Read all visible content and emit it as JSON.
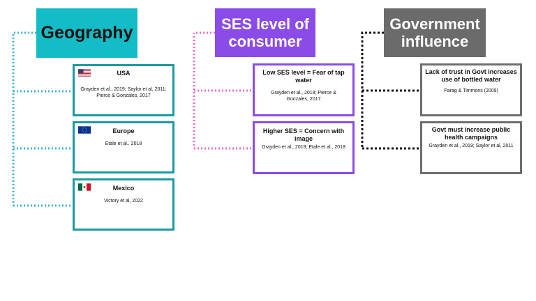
{
  "columns": {
    "geography": {
      "title": "Geography",
      "items": [
        {
          "title": "USA",
          "citation": "Grayden et al., 2019; Saylor et al, 2011; Pierce & Gonzales, 2017",
          "icon": "us-flag-icon"
        },
        {
          "title": "Europe",
          "citation": "Etale et al., 2018",
          "icon": "eu-flag-icon"
        },
        {
          "title": "Mexico",
          "citation": "Victory et al, 2022",
          "icon": "mexico-flag-icon"
        }
      ]
    },
    "ses": {
      "title": "SES level of consumer",
      "items": [
        {
          "title": "Low SES level = Fear of tap water",
          "citation": "Grayden et al., 2019; Pierce & Gonzales, 2017"
        },
        {
          "title": "Higher SES = Concern with image",
          "citation": "Grayden et al., 2019; Etale et al., 2018"
        }
      ]
    },
    "government": {
      "title": "Government influence",
      "items": [
        {
          "title": "Lack of trust in Govt increases use of bottled water",
          "citation": "Parag & Timmons (2009)"
        },
        {
          "title": "Govt must increase public health campaigns",
          "citation": "Grayden et al., 2019; Saylor et al, 2011"
        }
      ]
    }
  },
  "colors": {
    "geography": "#14bcc8",
    "ses": "#8b4be8",
    "government": "#6b6b6b",
    "geography_connector": "#3bb3e0",
    "ses_connector": "#e86cc8",
    "government_connector": "#111111"
  }
}
